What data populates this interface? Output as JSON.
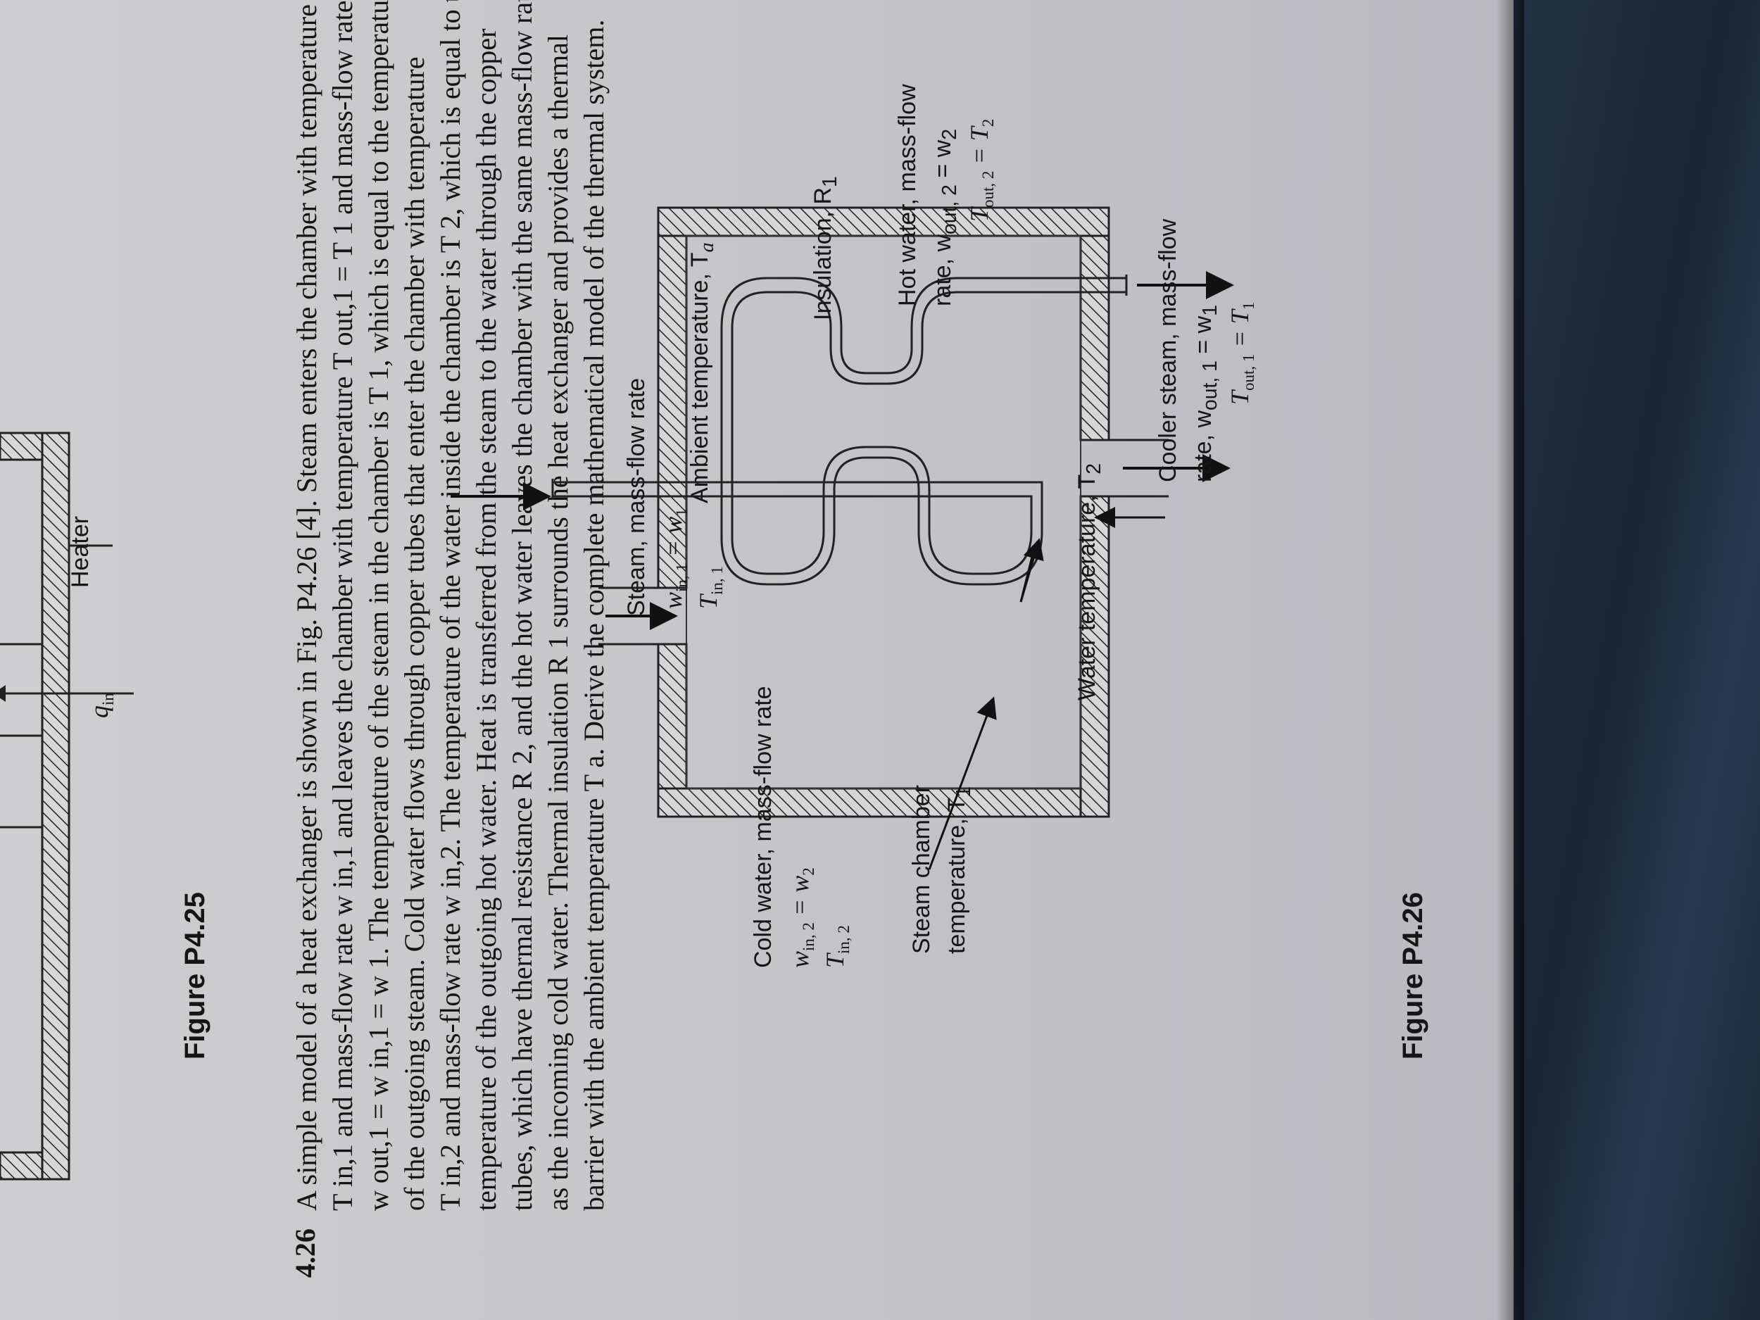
{
  "figure_p425": {
    "caption": "Figure P4.25",
    "heater_label": "Heater",
    "q_symbol": "q",
    "q_sub": "in"
  },
  "problem": {
    "number": "4.26",
    "text_lines": [
      "A simple model of a heat exchanger is shown in Fig. P4.26 [4]. Steam enters the chamber with temperature",
      "T in,1 and mass-flow rate w in,1 and leaves the chamber with temperature T out,1 = T 1 and mass-flow rate",
      "w out,1 = w in,1 = w 1. The temperature of the steam in the chamber is T 1, which is equal to the temperature",
      "of the outgoing steam. Cold water flows through copper tubes that enter the chamber with temperature",
      "T in,2 and mass-flow rate w in,2. The temperature of the water inside the chamber is T 2, which is equal to the",
      "temperature of the outgoing hot water. Heat is transferred from the steam to the water through the copper",
      "tubes, which have thermal resistance R 2, and the hot water leaves the chamber with the same mass-flow rate",
      "as the incoming cold water. Thermal insulation R 1 surrounds the heat exchanger and provides a thermal",
      "barrier with the ambient temperature T a. Derive the complete mathematical model of the thermal system."
    ]
  },
  "figure_p426": {
    "caption": "Figure P4.26",
    "steam_in_label": "Steam, mass-flow rate",
    "steam_in_eq1": "w",
    "steam_in_eq1_sub": "in, 1",
    "steam_in_eq1_rhs": " = w",
    "steam_in_eq1_rhs_sub": "1",
    "steam_in_eq2": "T",
    "steam_in_eq2_sub": "in, 1",
    "ambient_label": "Ambient temperature, T",
    "ambient_sub": "a",
    "insulation_label": "Insulation, R",
    "insulation_sub": "1",
    "cold_water_label": "Cold water, mass-flow rate",
    "cold_eq1": "w",
    "cold_eq1_sub": "in, 2",
    "cold_eq1_rhs": " = w",
    "cold_eq1_rhs_sub": "2",
    "cold_eq2": "T",
    "cold_eq2_sub": "in, 2",
    "steam_chamber_label_1": "Steam chamber",
    "steam_chamber_label_2": "temperature, T",
    "steam_chamber_sub": "1",
    "water_temp_label": "Water temperature, T",
    "water_temp_sub": "2",
    "hot_water_label_1": "Hot water, mass-flow",
    "hot_water_label_2": "rate, w",
    "hot_water_eq_sub": "out, 2",
    "hot_water_eq_rhs": " = w",
    "hot_water_eq_rhs_sub": "2",
    "hot_water_eq2": "T",
    "hot_water_eq2_sub": "out, 2",
    "hot_water_eq2_rhs": " = T",
    "hot_water_eq2_rhs_sub": "2",
    "cooler_steam_label_1": "Cooler steam, mass-flow",
    "cooler_steam_label_2": "rate, w",
    "cooler_eq_sub": "out, 1",
    "cooler_eq_rhs": " = w",
    "cooler_eq_rhs_sub": "1",
    "cooler_eq2": "T",
    "cooler_eq2_sub": "out, 1",
    "cooler_eq2_rhs": " = T",
    "cooler_eq2_rhs_sub": "1"
  }
}
